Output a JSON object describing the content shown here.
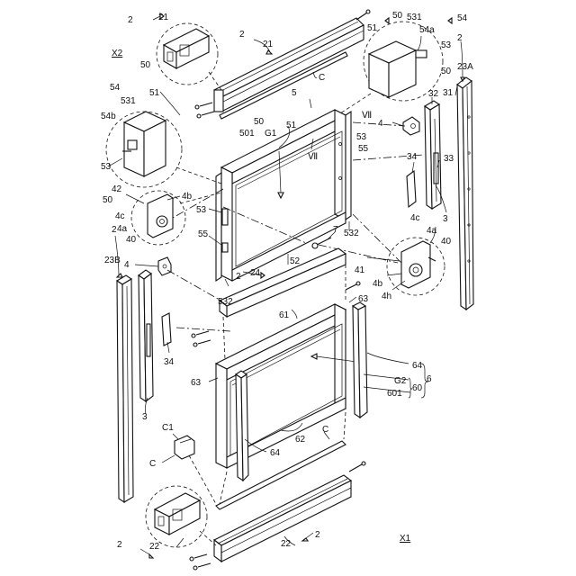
{
  "figure": {
    "labels": {
      "l2_a": "2",
      "l21_a": "21",
      "lX2": "X2",
      "l2_b": "2",
      "l21_b": "21",
      "l50_a": "50",
      "l531_a": "531",
      "l54_a": "54",
      "l51_a": "51",
      "l54a": "54a",
      "l2_c": "2",
      "l53_a": "53",
      "l23A": "23A",
      "l50_b": "50",
      "lC_top": "C",
      "l50_c": "50",
      "l51_b": "51",
      "l5": "5",
      "l54_b": "54",
      "l54b": "54b",
      "l531_b": "531",
      "l50_d": "50",
      "l51_c": "51",
      "l501": "501",
      "lG1": "G1",
      "lVII_a": "Ⅶ",
      "l53_b": "53",
      "l55_a": "55",
      "lVII_b": "Ⅶ",
      "l4_a": "4",
      "l32": "32",
      "l31": "31",
      "l53_c": "53",
      "l33": "33",
      "l34_a": "34",
      "l50_e": "50",
      "l42": "42",
      "l4b_a": "4b",
      "l4c_a": "4c",
      "l4a_a": "4a",
      "l40_a": "40",
      "l53_d": "53",
      "l55_b": "55",
      "l532_a": "532",
      "l7": "7",
      "l2_d": "2",
      "l23B": "23B",
      "l4_b": "4",
      "l3_a": "3",
      "l4c_b": "4c",
      "l4a_b": "4a",
      "l40_b": "40",
      "l52": "52",
      "l41": "41",
      "l4b_b": "4b",
      "l4h": "4h",
      "l2_e": "2",
      "l24": "24",
      "l532_b": "532",
      "l63_a": "63",
      "l61": "61",
      "l34_b": "34",
      "l64_a": "64",
      "l63_b": "63",
      "lG2": "G2",
      "l6": "6",
      "l601": "601",
      "l60": "60",
      "l3_b": "3",
      "l62": "62",
      "lC1": "C1",
      "lC_mid": "C",
      "lC_right": "C",
      "l64_b": "64",
      "l2_f": "2",
      "l22_a": "22",
      "l22_b": "22",
      "l2_g": "2",
      "lX1": "X1"
    }
  }
}
